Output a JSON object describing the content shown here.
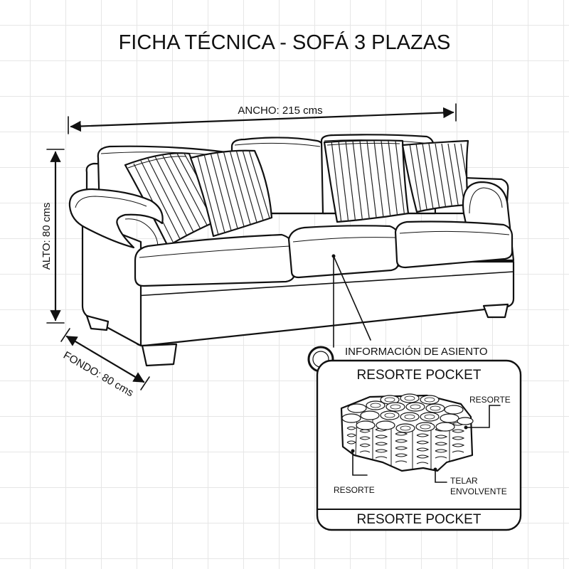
{
  "title": "FICHA TÉCNICA - SOFÁ 3 PLAZAS",
  "dimensions": {
    "width_label": "ANCHO: 215 cms",
    "height_label": "ALTO: 80 cms",
    "depth_label": "FONDO: 80 cms"
  },
  "seat_info": {
    "label": "INFORMACIÓN DE ASIENTO",
    "icon": "magnifier-icon",
    "box_title": "RESORTE POCKET",
    "box_footer": "RESORTE POCKET",
    "callout_spring_right": "RESORTE",
    "callout_spring_left": "RESORTE",
    "callout_fabric_line1": "TELAR",
    "callout_fabric_line2": "ENVOLVENTE"
  }
}
